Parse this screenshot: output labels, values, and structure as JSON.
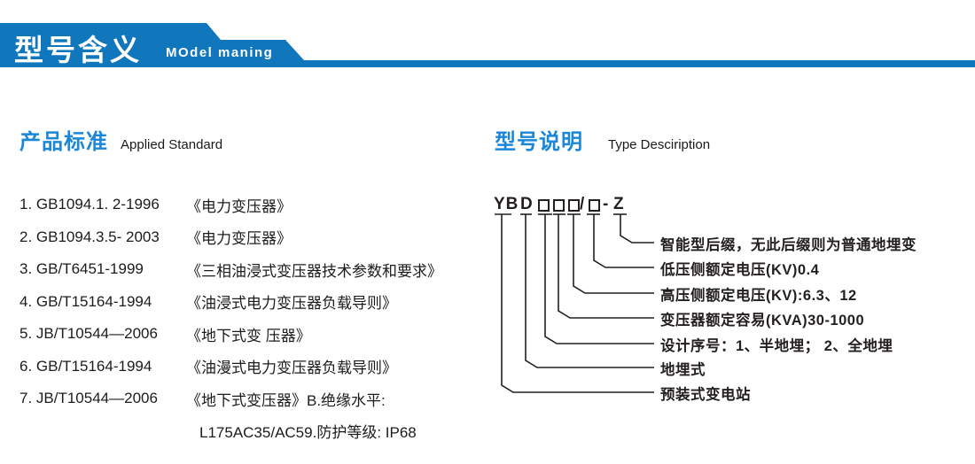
{
  "colors": {
    "banner_blue": "#1177bd",
    "section_title_blue": "#1b87d9",
    "text_dark": "#231f20"
  },
  "header": {
    "title_cn": "型号含义",
    "title_en": "MOdel maning"
  },
  "standards": {
    "title_cn": "产品标准",
    "title_en": "Applied Standard",
    "items": [
      {
        "code": "1. GB1094.1. 2-1996",
        "title": "《电力变压器》"
      },
      {
        "code": "2. GB1094.3.5- 2003",
        "title": "《电力变压器》"
      },
      {
        "code": "3. GB/T6451-1999",
        "title": "《三相油浸式变压器技术参数和要求》"
      },
      {
        "code": "4. GB/T15164-1994",
        "title": "《油浸式电力变压器负载导则》"
      },
      {
        "code": "5. JB/T10544—2006",
        "title": "《地下式变 压器》"
      },
      {
        "code": "6. GB/T15164-1994",
        "title": "《油漫式电力变压器负载导则》"
      },
      {
        "code": "7. JB/T10544—2006",
        "title": "《地下式变压器》B.绝缘水平:"
      }
    ],
    "continuation": "L175AC35/AC59.防护等级: IP68"
  },
  "type_section": {
    "title_cn": "型号说明",
    "title_en": "Type Desciription",
    "model_code": {
      "full": "YBD□□□/□-Z",
      "t_yb": "YB",
      "t_d": "D",
      "t_slash": "/",
      "t_dash": "-",
      "t_z": "Z"
    },
    "labels": [
      "智能型后缀，无此后缀则为普通地埋变",
      "低压侧额定电压(KV)0.4",
      "高压侧额定电压(KV):6.3、12",
      "变压器额定容易(KVA)30-1000",
      "设计序号：1、半地埋； 2、全地埋",
      "地埋式",
      "预装式变电站"
    ]
  }
}
